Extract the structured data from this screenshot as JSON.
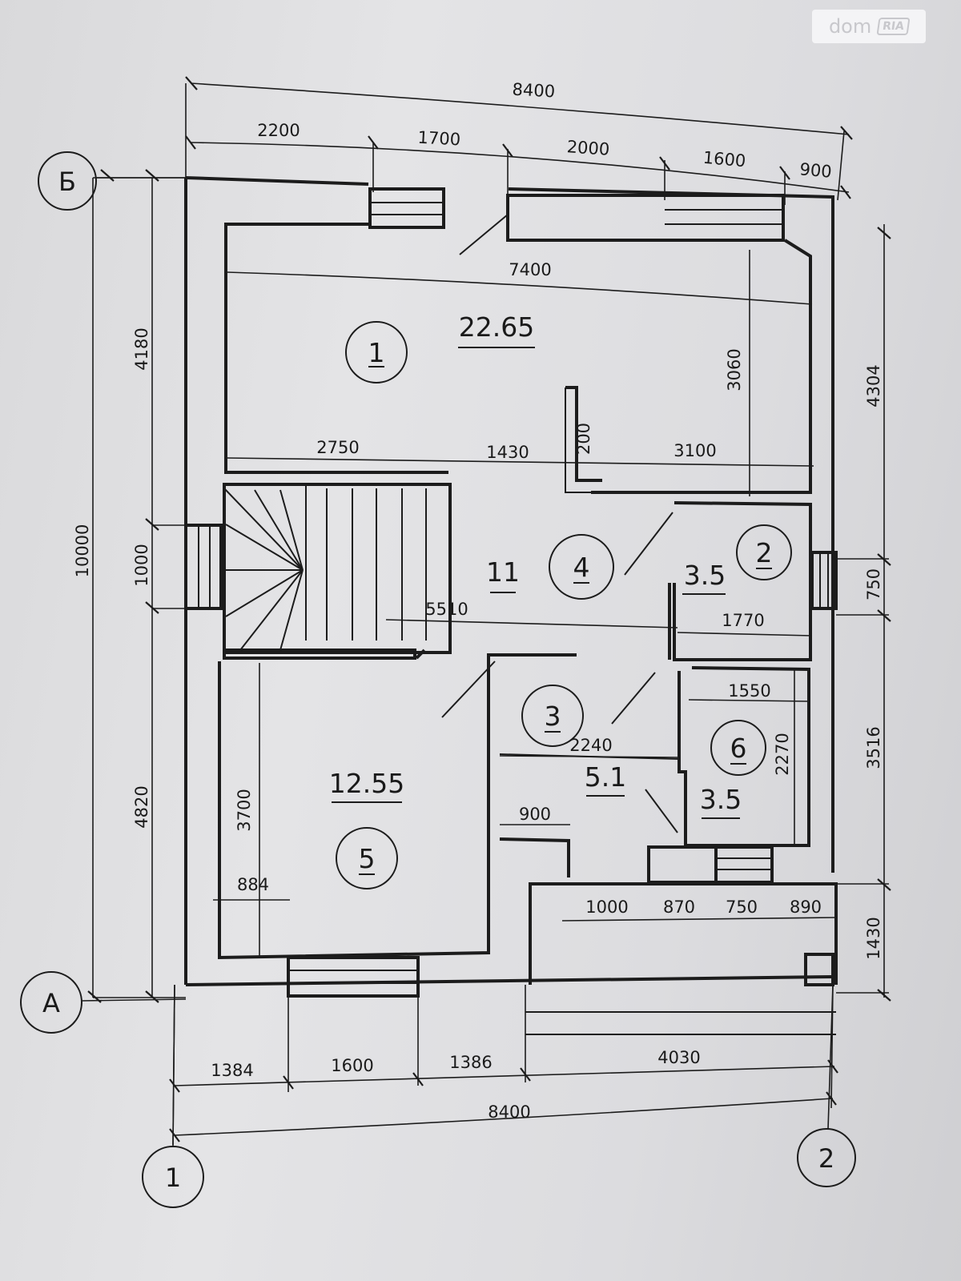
{
  "watermark": {
    "brand": "dom",
    "sub": "RIA"
  },
  "axes": {
    "b": "Б",
    "a": "А",
    "one": "1",
    "two": "2"
  },
  "dimensions": {
    "top_total": "8400",
    "top_2200": "2200",
    "top_1700": "1700",
    "top_2000": "2000",
    "top_1600": "1600",
    "top_900": "900",
    "inner_7400": "7400",
    "inner_3060": "3060",
    "inner_2750": "2750",
    "inner_1430": "1430",
    "inner_200": "200",
    "inner_3100": "3100",
    "inner_5510": "5510",
    "inner_1770": "1770",
    "inner_1550": "1550",
    "inner_2240": "2240",
    "inner_2270": "2270",
    "inner_900": "900",
    "inner_3700": "3700",
    "inner_884": "884",
    "porch_1000": "1000",
    "porch_870": "870",
    "porch_750": "750",
    "porch_890": "890",
    "bottom_1384": "1384",
    "bottom_1600": "1600",
    "bottom_1386": "1386",
    "bottom_4030": "4030",
    "bottom_total": "8400",
    "left_total": "10000",
    "left_4180": "4180",
    "left_1000": "1000",
    "left_4820": "4820",
    "right_4304": "4304",
    "right_750": "750",
    "right_3516": "3516",
    "right_1430": "1430"
  },
  "rooms": [
    {
      "number": "1",
      "area": "22.65"
    },
    {
      "number": "2",
      "area": "3.5"
    },
    {
      "number": "3",
      "area": "5.1"
    },
    {
      "number": "4",
      "area": "11"
    },
    {
      "number": "5",
      "area": "12.55"
    },
    {
      "number": "6",
      "area": "3.5"
    }
  ]
}
